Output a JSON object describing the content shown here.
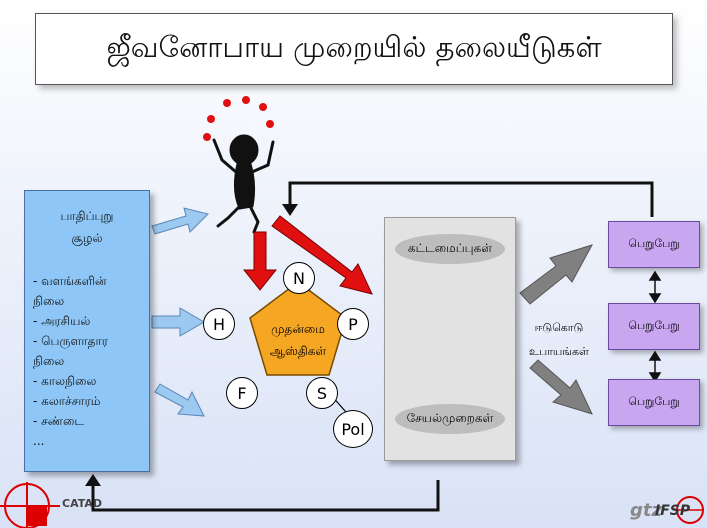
{
  "title": "ஜீவனோபாய முறையில் தலையீடுகள்",
  "context": {
    "heading_line1": "பாதிப்புறு",
    "heading_line2": "சூழல்",
    "items": [
      "- வளங்களின்",
      "நிலை",
      "- அரசியல்",
      "- பெருளாதார",
      "நிலை",
      "- காலநிலை",
      "- கலாச்சாரம்",
      "- சண்டை",
      "..."
    ]
  },
  "assets": {
    "label_line1": "முதன்மை",
    "label_line2": "ஆஸ்திகள்",
    "nodes": {
      "n": "N",
      "h": "H",
      "p": "P",
      "f": "F",
      "s": "S",
      "pol": "Pol"
    }
  },
  "process": {
    "top": "கட்டமைப்புகள்",
    "bottom": "சேயல்முறைகள்"
  },
  "strategies": {
    "line1": "ஈடுகொடு",
    "line2": "உபாயங்கள்"
  },
  "outcomes": [
    "பெறுபேறு",
    "பெறுபேறு",
    "பெறுபேறு"
  ],
  "logos": {
    "catad": "CATAD",
    "gtz": "gtz",
    "ifsp": "IFSP"
  },
  "colors": {
    "context_fill": "#8ec7f7",
    "pentagon_fill": "#f5a623",
    "outcome_fill": "#c9a7f0",
    "red_arrow": "#e01010",
    "blue_arrow": "#9cc9ef",
    "gray_arrow": "#808080"
  }
}
